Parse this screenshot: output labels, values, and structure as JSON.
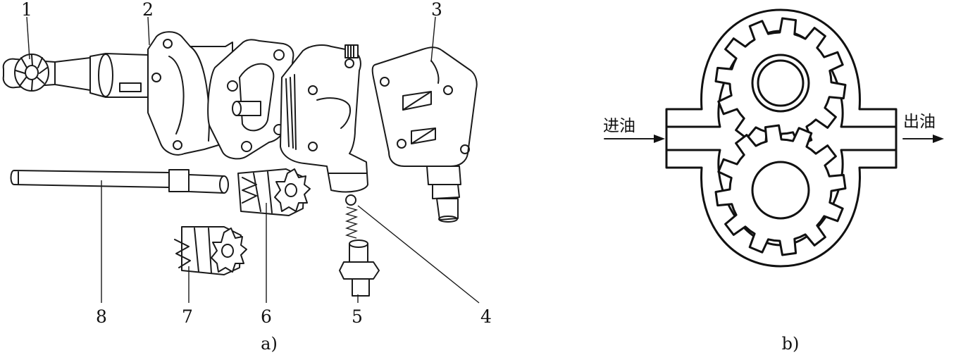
{
  "panel_a": {
    "caption": "a)",
    "callouts": [
      "1",
      "2",
      "3",
      "4",
      "5",
      "6",
      "7",
      "8"
    ]
  },
  "panel_b": {
    "caption": "b)",
    "inlet_label": "进油",
    "outlet_label": "出油"
  }
}
